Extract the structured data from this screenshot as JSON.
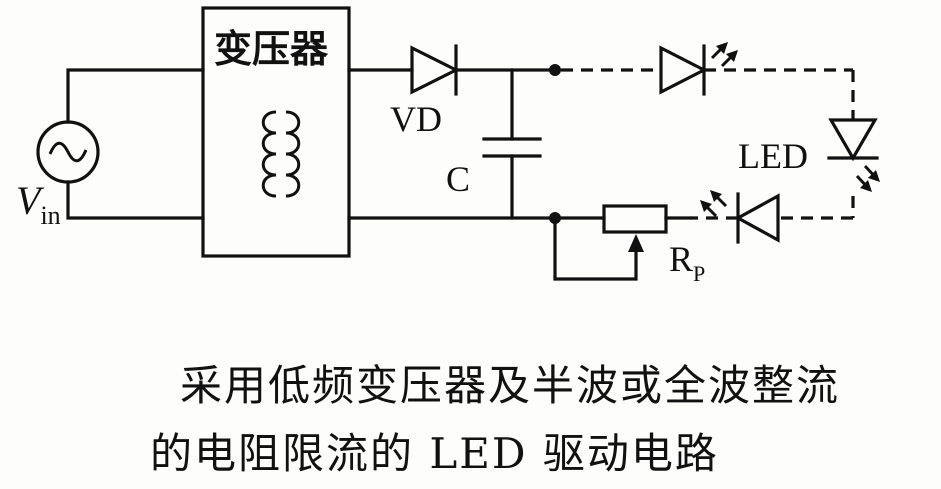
{
  "diagram": {
    "transformer_label": "变压器",
    "diode_label": "VD",
    "capacitor_label": "C",
    "led_label": "LED",
    "source_label_main": "V",
    "source_label_sub": "in",
    "rp_label_main": "R",
    "rp_label_sub": "P"
  },
  "caption": {
    "line1": "采用低频变压器及半波或全波整流",
    "line2": "的电阻限流的 LED 驱动电路"
  }
}
